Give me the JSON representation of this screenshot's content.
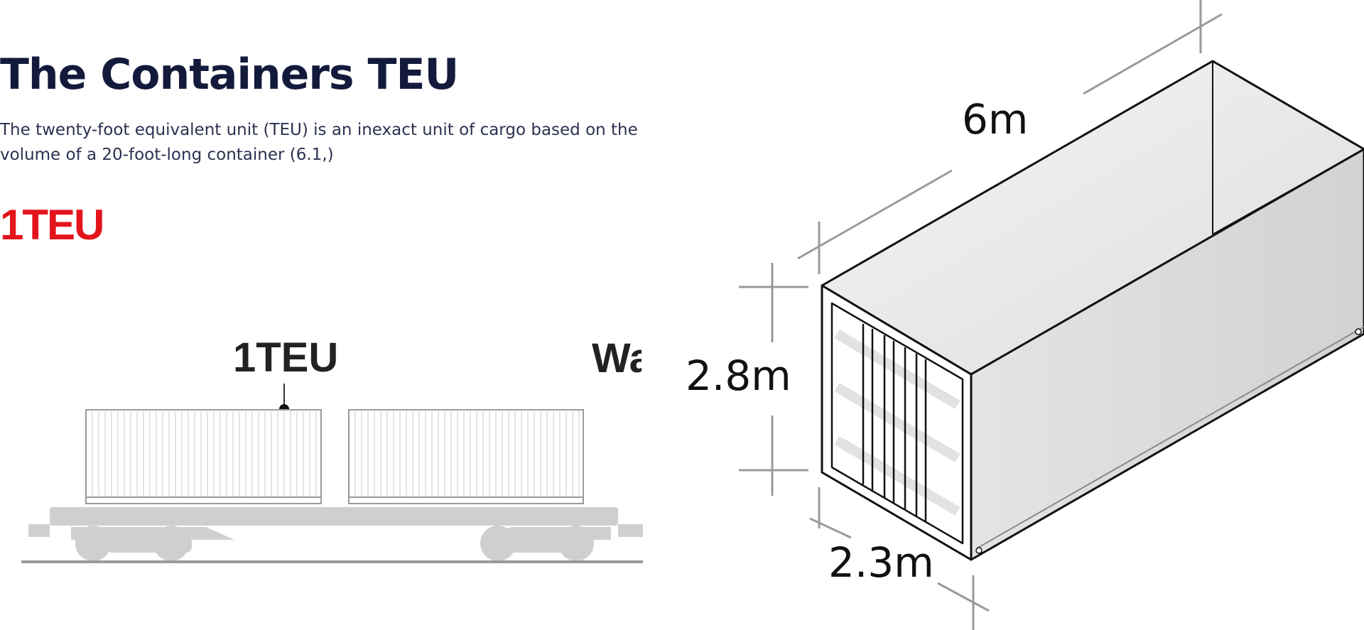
{
  "header": {
    "title": "The Containers TEU",
    "description": "The twenty-foot equivalent unit (TEU) is an inexact unit of cargo based on the volume of a 20-foot-long container (6.1,)",
    "subtitle": "1TEU"
  },
  "train_diagram": {
    "label": "1TEU",
    "clipped_label": "Wa"
  },
  "container_dimensions": {
    "length": "6m",
    "height": "2.8m",
    "width": "2.3m"
  },
  "colors": {
    "title": "#141a3c",
    "accent_red": "#e3151b",
    "rail_gray": "#cfcfcf",
    "dim_line": "#9a9a9a"
  }
}
